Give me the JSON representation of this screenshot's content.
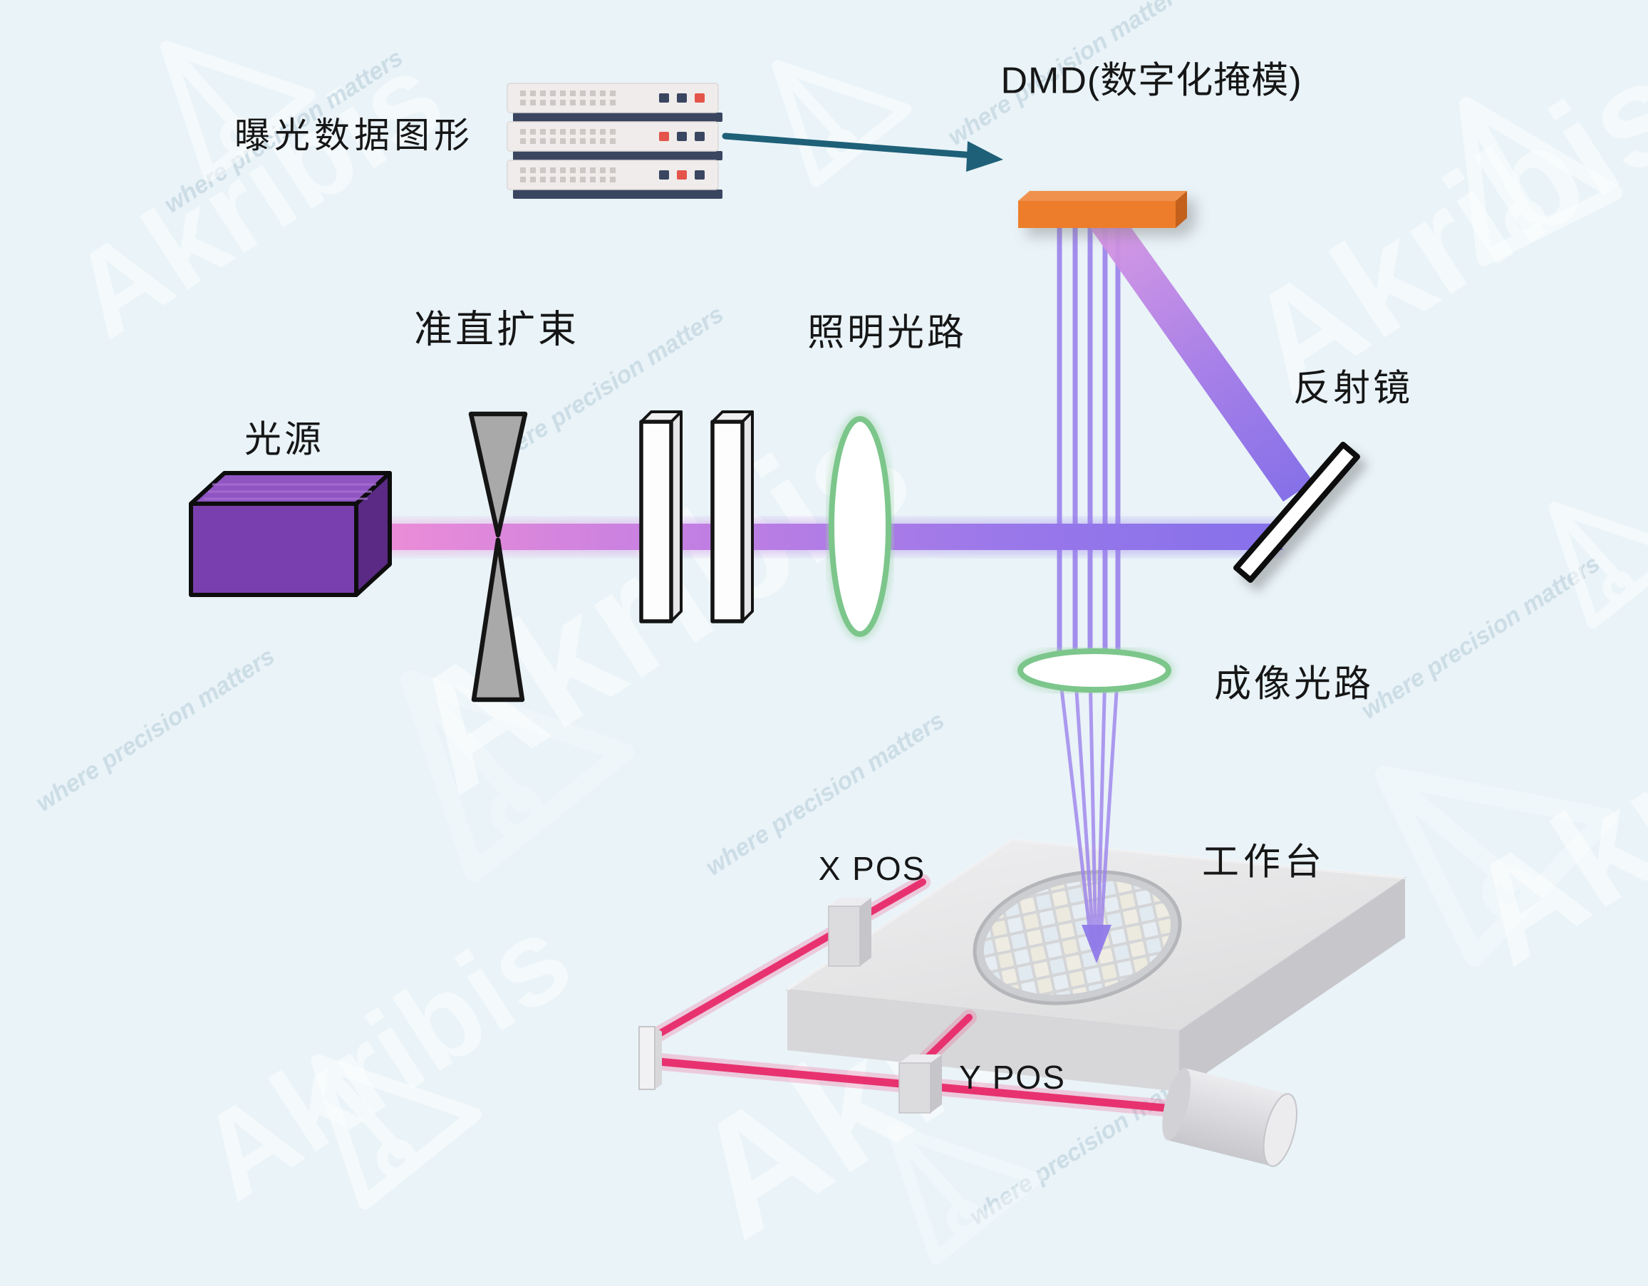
{
  "watermark": {
    "brand": "Akribis",
    "slogan": "where precision matters"
  },
  "labels": {
    "exposure_data": "曝光数据图形",
    "dmd": "DMD(数字化掩模)",
    "collimation": "准直扩束",
    "illumination": "照明光路",
    "reflector": "反射镜",
    "light_source": "光源",
    "imaging": "成像光路",
    "stage": "工作台",
    "x_pos": "X POS",
    "y_pos": "Y POS"
  },
  "colors": {
    "background": "#e9f3f8",
    "label_text": "#161616",
    "arrow_teal": "#1e6078",
    "dmd_orange": "#ed7d2b",
    "source_purple": "#7a3fae",
    "beam_pink": "#f08ed6",
    "beam_violet": "#8570ea",
    "projection_purple": "#9b82ec",
    "laser_pink": "#e8326f",
    "lens_green": "#7cc68b"
  }
}
